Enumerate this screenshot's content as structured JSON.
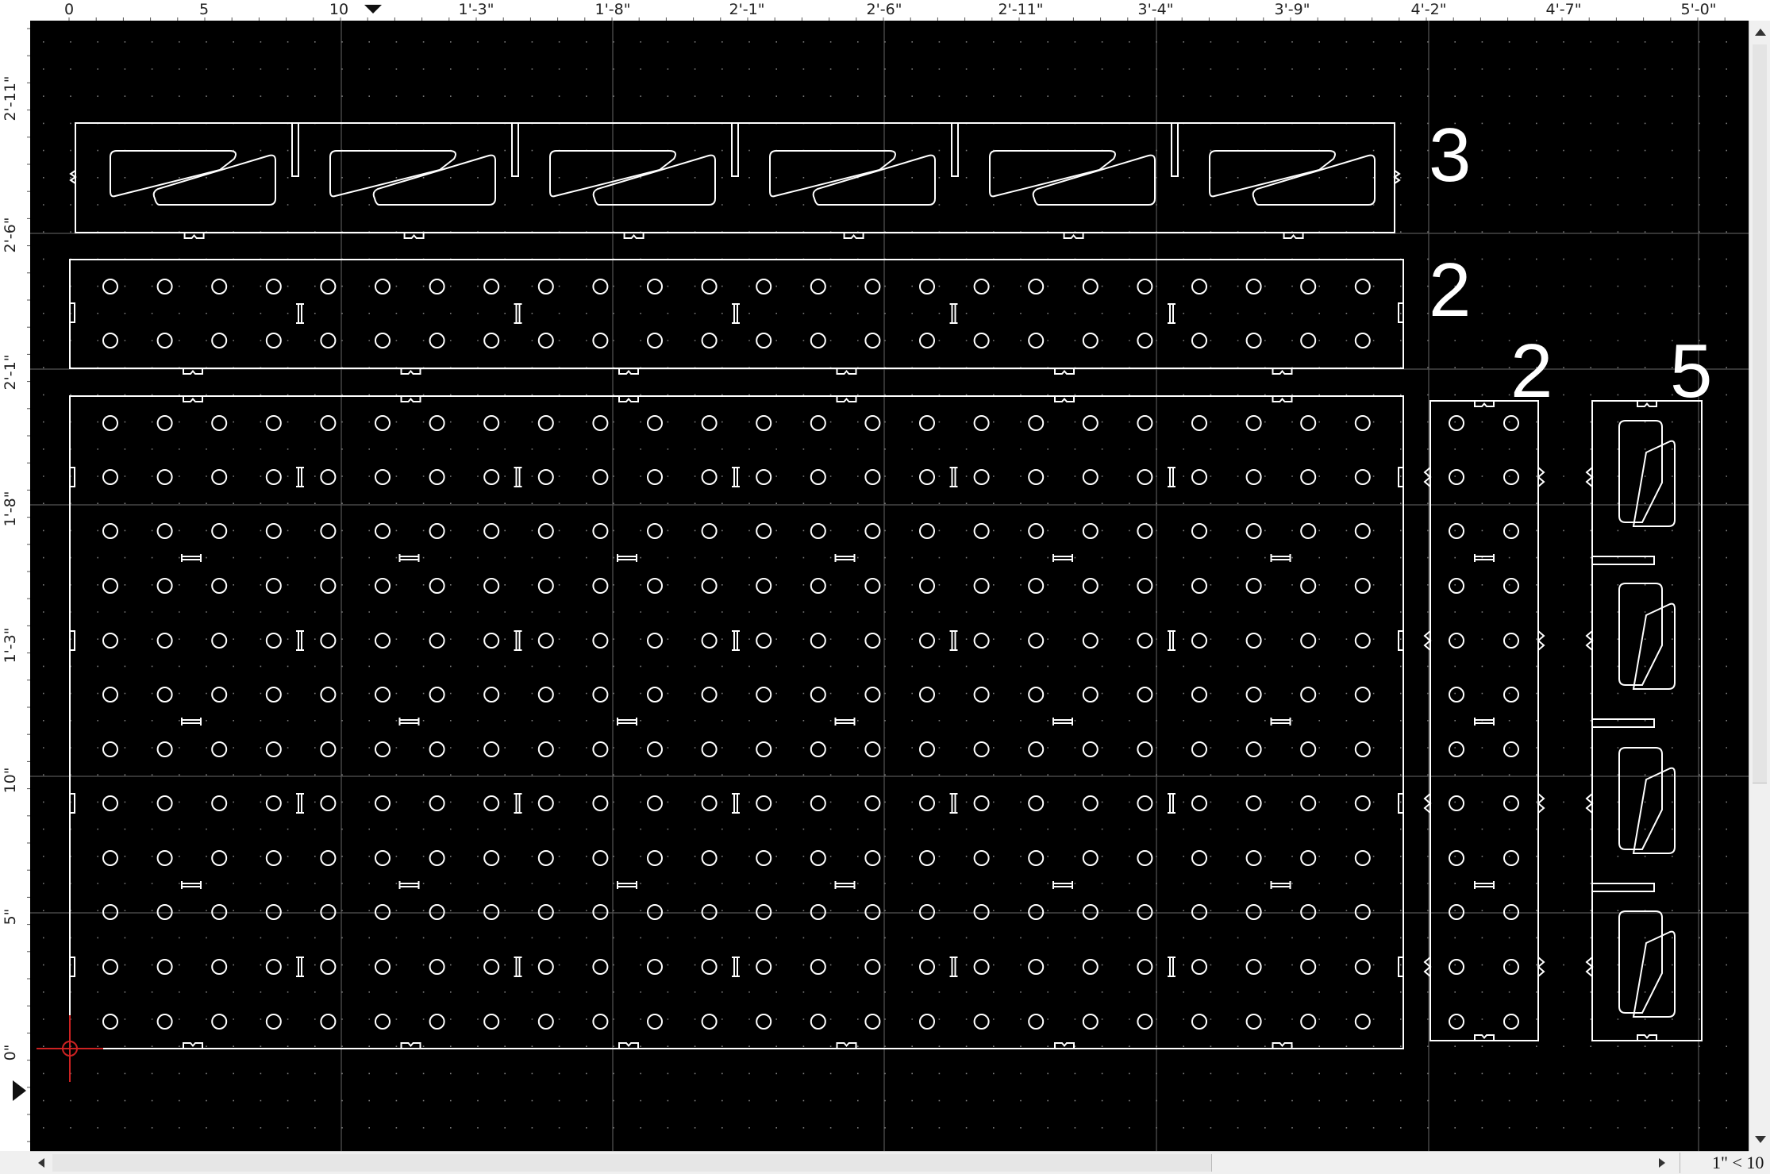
{
  "top_ruler": {
    "labels": [
      "0",
      "5",
      "10",
      "1'-3\"",
      "1'-8\"",
      "2'-1\"",
      "2'-6\"",
      "2'-11\"",
      "3'-4\"",
      "3'-9\"",
      "4'-2\"",
      "4'-7\"",
      "5'-0\""
    ]
  },
  "left_ruler": {
    "labels": [
      "2'-11\"",
      "2'-6\"",
      "2'-1\"",
      "1'-8\"",
      "1'-3\"",
      "10\"",
      "5\"",
      "0\""
    ]
  },
  "quantity_markers": {
    "strip_top": "3",
    "strip_mid": "2",
    "side_panel": "2",
    "side_strip": "5"
  },
  "zoom": {
    "label": "1\" < 10"
  },
  "colors": {
    "canvas": "#000000",
    "linework": "#ffffff",
    "grid_dots": "#7a7a7a",
    "grid_lines": "#555555",
    "origin_marker": "#cc2222"
  },
  "icons": {
    "play": "play-triangle-icon",
    "scroll_left": "arrow-left-icon",
    "scroll_right": "arrow-right-icon",
    "scroll_down": "arrow-down-icon",
    "scroll_up": "arrow-up-icon",
    "origin": "origin-crosshair-icon"
  }
}
